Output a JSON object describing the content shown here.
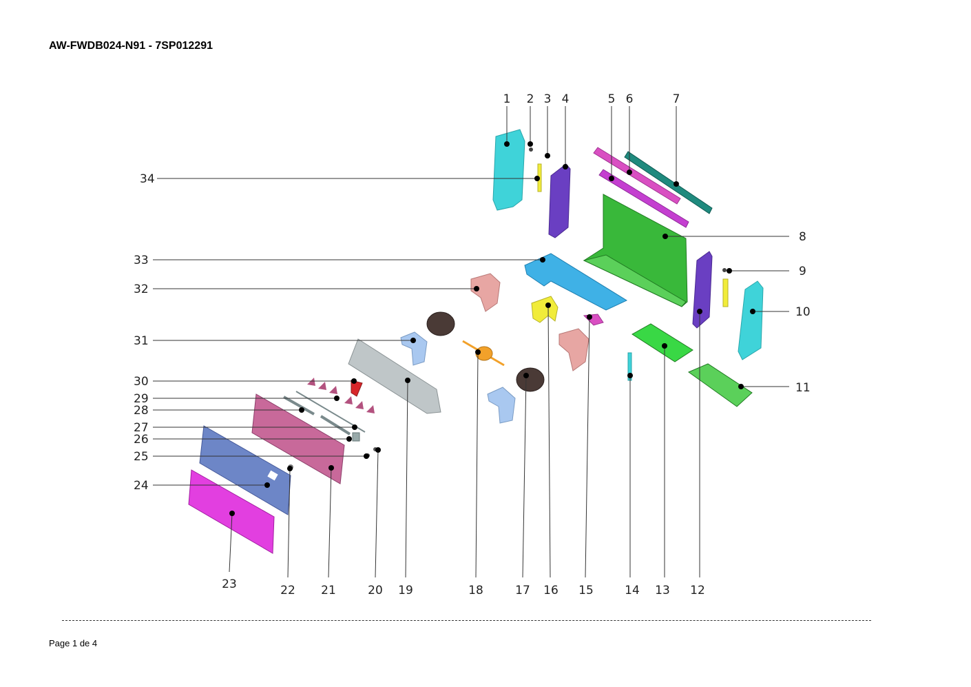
{
  "document": {
    "title": "AW-FWDB024-N91 - 7SP012291",
    "footer": "Page 1 de 4"
  },
  "callouts": [
    "1",
    "2",
    "3",
    "4",
    "5",
    "6",
    "7",
    "8",
    "9",
    "10",
    "11",
    "12",
    "13",
    "14",
    "15",
    "16",
    "17",
    "18",
    "19",
    "20",
    "21",
    "22",
    "23",
    "24",
    "25",
    "26",
    "27",
    "28",
    "29",
    "30",
    "31",
    "32",
    "33",
    "34"
  ],
  "colors": {
    "cyan": "#3fd3d9",
    "purple": "#6a3fc2",
    "yellow": "#f1ec3a",
    "magenta": "#d94fc2",
    "teal": "#1f8a7e",
    "green": "#39b83a",
    "lightgreen": "#5bd05a",
    "blue": "#3fb1e6",
    "pink": "#e7a6a3",
    "darkbrown": "#4a3a36",
    "lightblue": "#a9c8f0",
    "gray": "#bfc6c8",
    "red": "#d8262a",
    "orange": "#f2a12a",
    "steelblue": "#6d86c7",
    "violetpink": "#b3527f"
  }
}
